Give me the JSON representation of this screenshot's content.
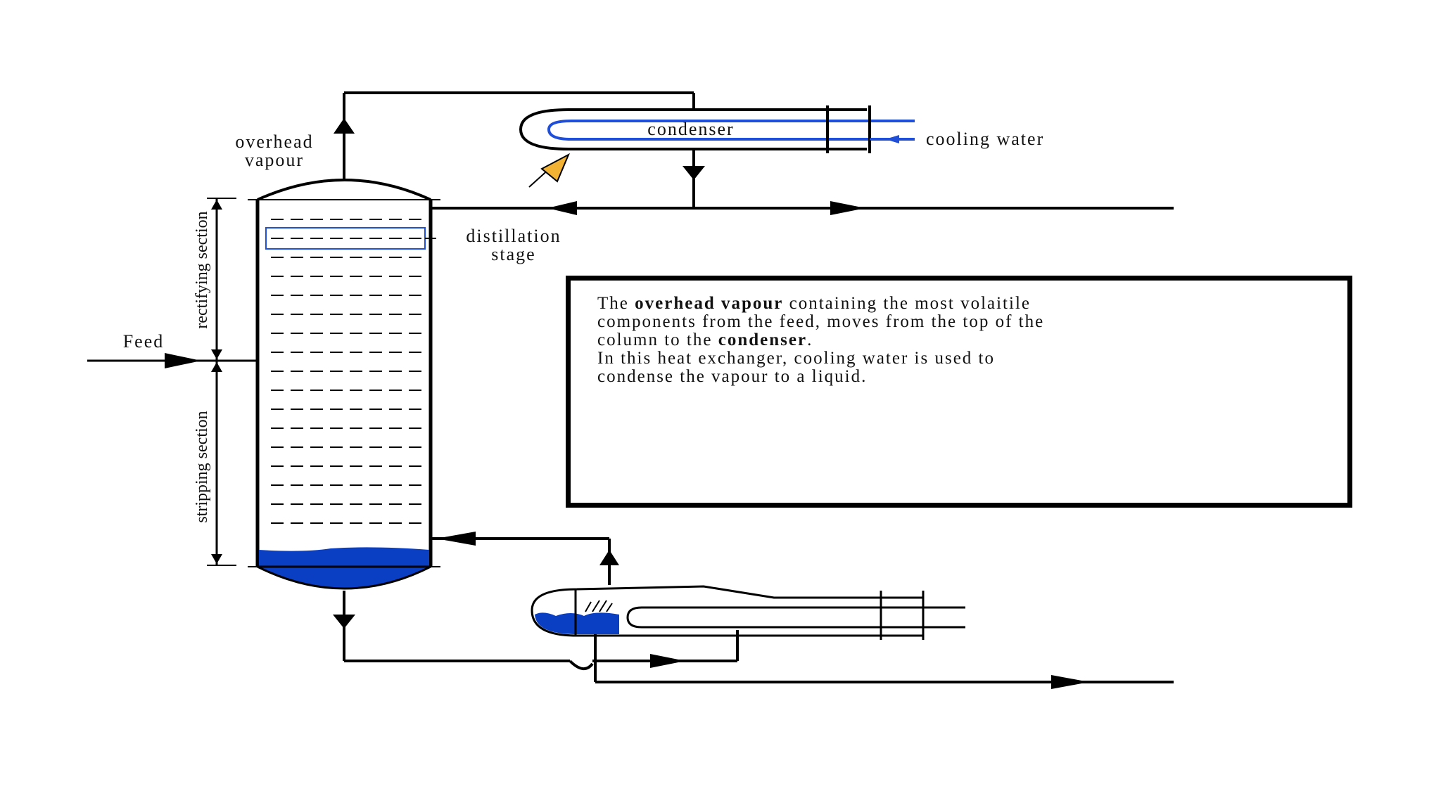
{
  "labels": {
    "overhead_vapour_line1": "overhead",
    "overhead_vapour_line2": "vapour",
    "condenser": "condenser",
    "cooling_water": "cooling water",
    "distillation_stage_line1": "distillation",
    "distillation_stage_line2": "stage",
    "feed": "Feed",
    "rectifying_section": "rectifying section",
    "stripping_section": "stripping section"
  },
  "info_box": {
    "line1_pre": "The ",
    "line1_bold": "overhead vapour",
    "line1_post": " containing the most volaitile",
    "line2": "components from the feed, moves from the top of the",
    "line3_pre": "column to the ",
    "line3_bold": "condenser",
    "line3_post": ".",
    "line4": "In this heat exchanger, cooling water is used to",
    "line5": "condense the vapour to a liquid."
  },
  "colors": {
    "liquid": "#0a3fc4",
    "condenser_tube": "#1f4fd8",
    "pointer_arrow": "#f2b233",
    "lines": "#000000"
  }
}
